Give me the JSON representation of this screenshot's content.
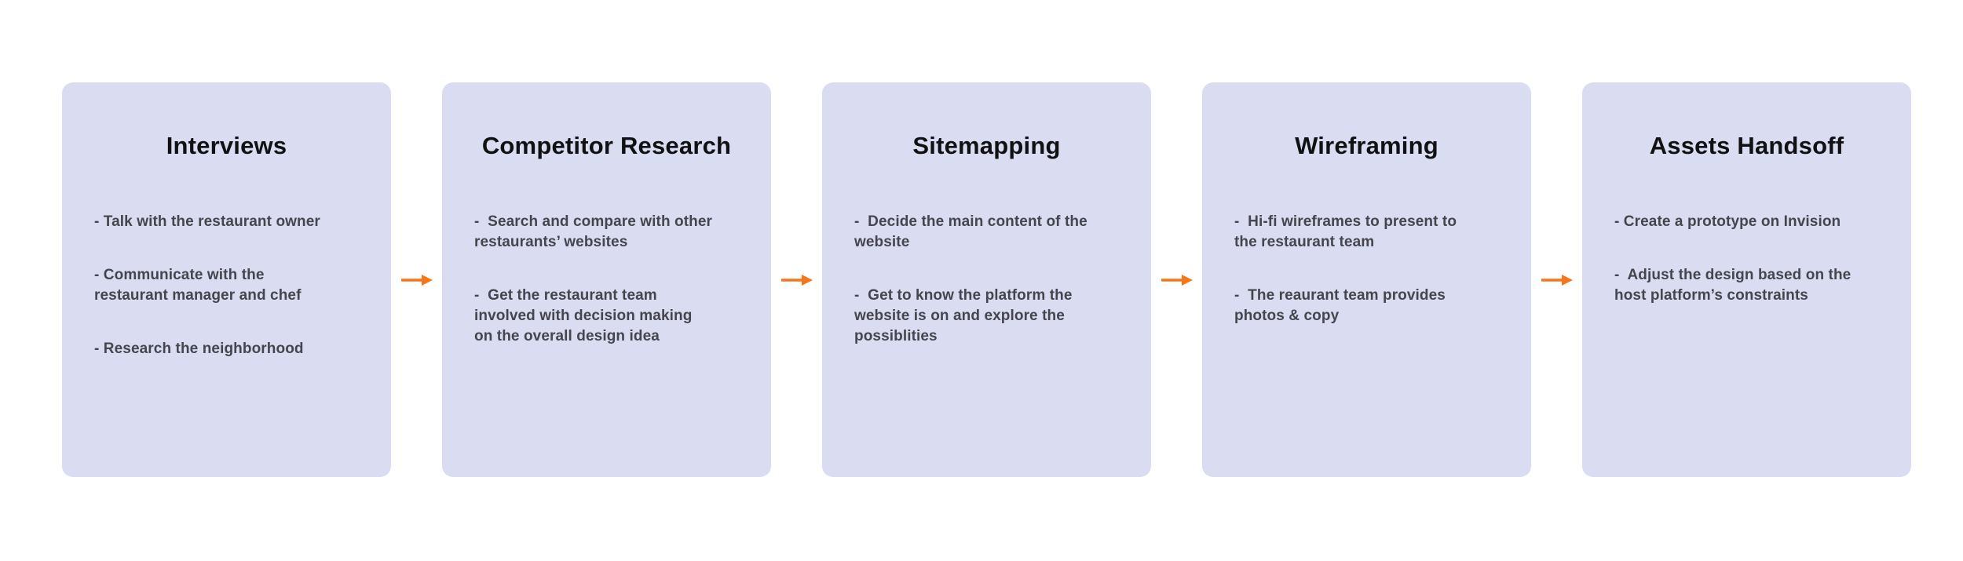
{
  "colors": {
    "card_bg": "#DADCF1",
    "title": "#111114",
    "body": "#45454D",
    "arrow": "#F8761A"
  },
  "icons": {
    "flow_arrow": "→"
  },
  "stages": [
    {
      "title": "Interviews",
      "items": [
        "- Talk with the restaurant owner",
        "- Communicate with the\nrestaurant manager and chef",
        "- Research the neighborhood"
      ]
    },
    {
      "title": "Competitor Research",
      "items": [
        "-  Search and compare with other\nrestaurants’ websites",
        "-  Get the restaurant team\ninvolved with decision making\non the overall design idea"
      ]
    },
    {
      "title": "Sitemapping",
      "items": [
        "-  Decide the main content of the\nwebsite",
        "-  Get to know the platform the\nwebsite is on and explore the\npossiblities"
      ]
    },
    {
      "title": "Wireframing",
      "items": [
        "-  Hi-fi wireframes to present to\nthe restaurant team",
        "-  The reaurant team provides\nphotos & copy"
      ]
    },
    {
      "title": "Assets Handsoff",
      "items": [
        "- Create a prototype on Invision",
        "-  Adjust the design based on the\nhost platform’s constraints"
      ]
    }
  ]
}
